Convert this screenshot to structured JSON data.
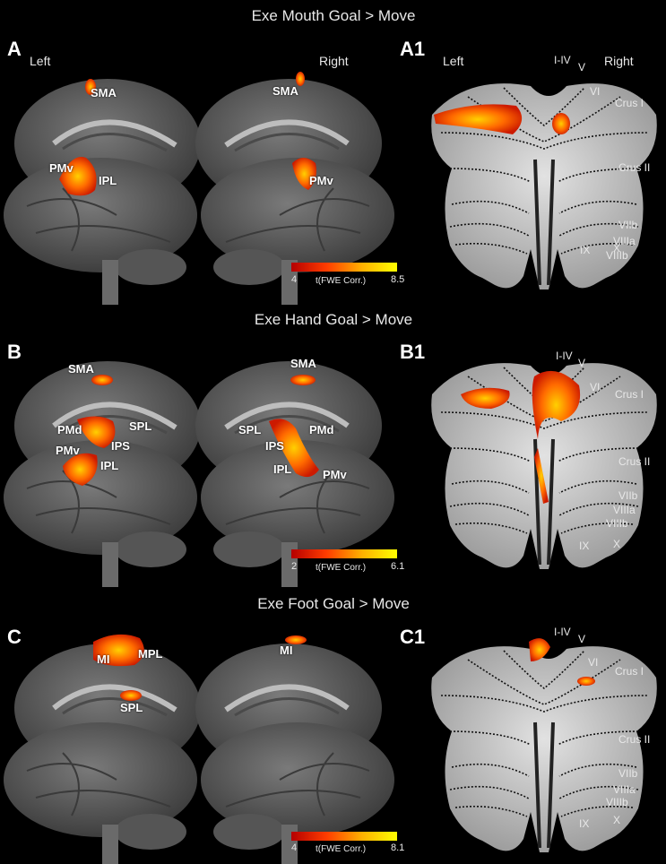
{
  "rows": [
    {
      "title": "Exe Mouth Goal > Move",
      "panel_brain": "A",
      "panel_cereb": "A1",
      "left_label": "Left",
      "right_label": "Right",
      "left_regions": [
        "SMA",
        "PMv",
        "IPL"
      ],
      "right_regions": [
        "SMA",
        "PMv"
      ],
      "cereb_left_label": "Left",
      "cereb_right_label": "Right",
      "lobules": [
        "I-IV",
        "V",
        "VI",
        "Crus I",
        "Crus II",
        "VIIb",
        "VIIIa",
        "VIIIb",
        "IX",
        "X"
      ],
      "colorbar": {
        "min": "4",
        "max": "8.5",
        "label": "t(FWE Corr.)"
      }
    },
    {
      "title": "Exe Hand Goal > Move",
      "panel_brain": "B",
      "panel_cereb": "B1",
      "left_regions": [
        "SMA",
        "PMd",
        "SPL",
        "IPS",
        "PMv",
        "IPL"
      ],
      "right_regions": [
        "SMA",
        "SPL",
        "PMd",
        "IPS",
        "IPL",
        "PMv"
      ],
      "lobules": [
        "I-IV",
        "V",
        "VI",
        "Crus I",
        "Crus II",
        "VIIb",
        "VIIIa",
        "VIIIb",
        "IX",
        "X"
      ],
      "colorbar": {
        "min": "2",
        "max": "6.1",
        "label": "t(FWE Corr.)"
      }
    },
    {
      "title": "Exe Foot Goal > Move",
      "panel_brain": "C",
      "panel_cereb": "C1",
      "left_regions": [
        "MI",
        "MPL",
        "SPL"
      ],
      "right_regions": [
        "MI"
      ],
      "lobules": [
        "I-IV",
        "V",
        "VI",
        "Crus I",
        "Crus II",
        "VIIb",
        "VIIIa",
        "VIIIb",
        "IX",
        "X"
      ],
      "colorbar": {
        "min": "4",
        "max": "8.1",
        "label": "t(FWE Corr.)"
      }
    }
  ],
  "colors": {
    "background": "#000000",
    "activation_low": "#cc1a00",
    "activation_high": "#ffe000",
    "brain": "#5e5e5e"
  }
}
